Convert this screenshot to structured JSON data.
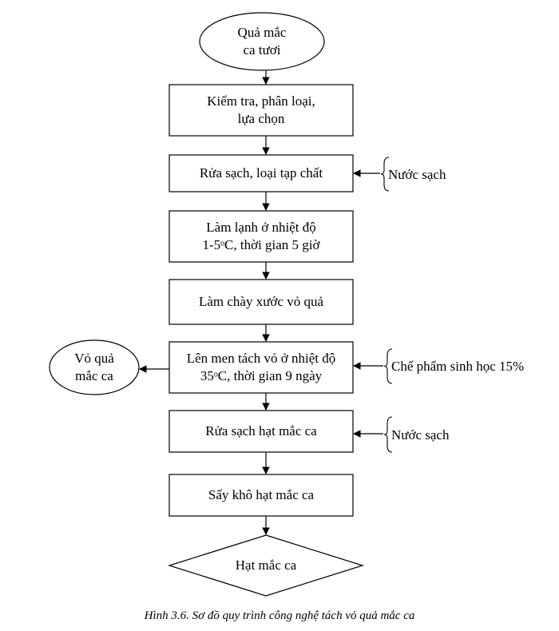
{
  "start": {
    "lines": [
      "Quả mắc",
      "ca tươi"
    ]
  },
  "steps": [
    {
      "lines": [
        "Kiểm tra, phân loại,",
        "lựa chọn"
      ]
    },
    {
      "lines": [
        "Rửa sạch, loại tạp chất"
      ]
    },
    {
      "lines": [
        "Làm lạnh ở nhiệt độ",
        "1-5ᵒC, thời gian 5 giờ"
      ]
    },
    {
      "lines": [
        "Làm chày xước vỏ quả"
      ]
    },
    {
      "lines": [
        "Lên men tách vỏ ở nhiệt độ",
        "35ᵒC, thời gian 9 ngày"
      ]
    },
    {
      "lines": [
        "Rửa sạch hạt mắc ca"
      ]
    },
    {
      "lines": [
        "Sấy khô hạt mắc ca"
      ]
    }
  ],
  "end": {
    "label": "Hạt mắc ca"
  },
  "side_inputs": [
    {
      "label": "Nước sạch",
      "step": 1
    },
    {
      "label": "Chế phẩm sinh học 15%",
      "step": 4
    },
    {
      "label": "Nước sạch",
      "step": 5
    }
  ],
  "side_output": {
    "lines": [
      "Vỏ quả",
      "mắc ca"
    ],
    "step": 4
  },
  "caption": "Hình 3.6. Sơ đồ quy trình công nghệ tách vỏ quả mắc ca"
}
